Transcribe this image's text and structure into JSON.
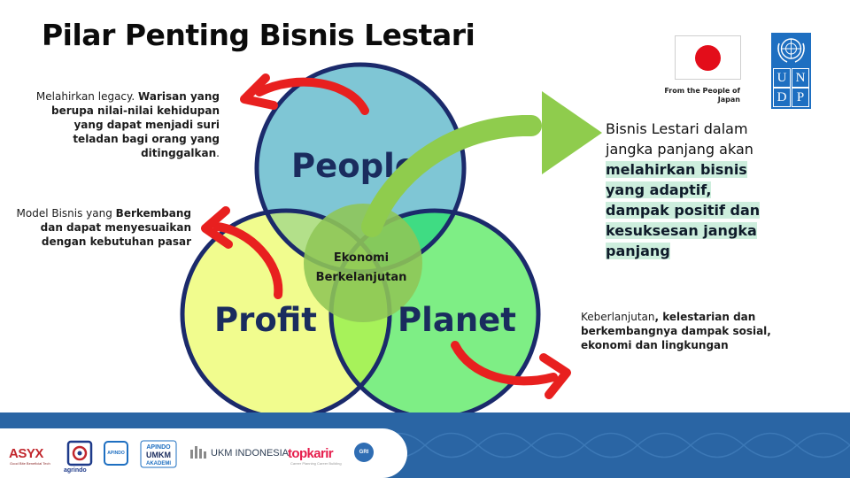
{
  "title": "Pilar Penting Bisnis Lestari",
  "notes": {
    "people": {
      "plain": "Melahirkan legacy. ",
      "bold": "Warisan yang berupa nilai-nilai kehidupan yang dapat menjadi suri teladan bagi orang yang ditinggalkan",
      "end": "."
    },
    "profit": {
      "plain": "Model Bisnis yang ",
      "bold": "Berkembang dan dapat menyesuaikan dengan kebutuhan pasar"
    },
    "planet": {
      "plain": "Keberlanjutan",
      "bold": ", kelestarian dan berkembangnya dampak sosial, ekonomi  dan lingkungan"
    }
  },
  "summary": {
    "plain": "Bisnis Lestari dalam jangka panjang akan ",
    "highlight": "melahirkan bisnis yang adaptif, dampak positif dan kesuksesan jangka panjang"
  },
  "diagram": {
    "circles": {
      "people": "People",
      "profit": "Profit",
      "planet": "Planet"
    },
    "center_line1": "Ekonomi",
    "center_line2": "Berkelanjutan",
    "colors": {
      "people": "#7fc6d5",
      "profit": "#f1fc8e",
      "planet": "#7eee85",
      "center": "#8fc656",
      "outline": "#1b2a6b",
      "arrow_red": "#e8201f",
      "arrow_green": "#8fcc4d"
    }
  },
  "branding": {
    "from_japan": "From the People of Japan",
    "undp_letters": [
      "U",
      "N",
      "D",
      "P"
    ]
  },
  "footer_logos": {
    "asyx": "ASYX",
    "asyx_tag": "Good Bite Beneficial Tech",
    "agrindo": "agrindo",
    "apindo": "APINDO",
    "akademi_line1": "APINDO",
    "akademi_line2": "UMKM",
    "akademi_line3": "AKADEMI",
    "ukm": "UKM INDONESIA",
    "topkarir": "topkarir",
    "topkarir_tag": "Career Planning Career Building",
    "gri": "GRI"
  },
  "icons": [
    "flag-japan-icon",
    "un-emblem-icon",
    "red-arrow-icon",
    "green-arrow-icon"
  ]
}
